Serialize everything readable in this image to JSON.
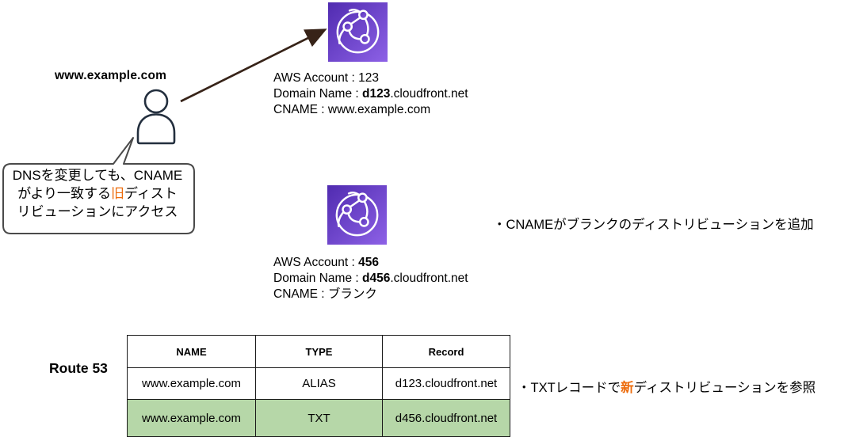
{
  "colors": {
    "accent_orange": "#ed6c0c",
    "cloudfront_gradient_start": "#502bb0",
    "cloudfront_gradient_end": "#8d61e6",
    "table_highlight_green": "#b6d7a8",
    "arrow_brown": "#372318",
    "person_outline_navy": "#232f3e"
  },
  "icons": {
    "cloudfront": "cloudfront-globe-icon",
    "user": "person-icon",
    "arrow": "request-arrow"
  },
  "user": {
    "label": "www.example.com"
  },
  "callout": {
    "line1": "DNSを変更しても、CNAME",
    "line2_pre": "がより一致する",
    "line2_highlight": "旧",
    "line2_post": "ディスト",
    "line3": "リビューションにアクセス"
  },
  "distribution_old": {
    "account_label": "AWS Account : ",
    "account_value": "123",
    "domain_label": "Domain Name : ",
    "domain_bold": "d123",
    "domain_rest": ".cloudfront.net",
    "cname_label": "CNAME : ",
    "cname_value": "www.example.com"
  },
  "distribution_new": {
    "account_label": "AWS Account : ",
    "account_value": "456",
    "domain_label": "Domain Name : ",
    "domain_bold": "d456",
    "domain_rest": ".cloudfront.net",
    "cname_label": "CNAME : ",
    "cname_value": "ブランク"
  },
  "notes": {
    "note_add_distribution": "・CNAMEがブランクのディストリビューションを追加",
    "note_txt_pre": "・TXTレコードで",
    "note_txt_highlight": "新",
    "note_txt_post": "ディストリビューションを参照"
  },
  "route53": {
    "label": "Route 53",
    "table": {
      "headers": [
        "NAME",
        "TYPE",
        "Record"
      ],
      "rows": [
        {
          "name": "www.example.com",
          "type": "ALIAS",
          "record": "d123.cloudfront.net",
          "highlighted": false
        },
        {
          "name": "www.example.com",
          "type": "TXT",
          "record": "d456.cloudfront.net",
          "highlighted": true
        }
      ]
    }
  }
}
